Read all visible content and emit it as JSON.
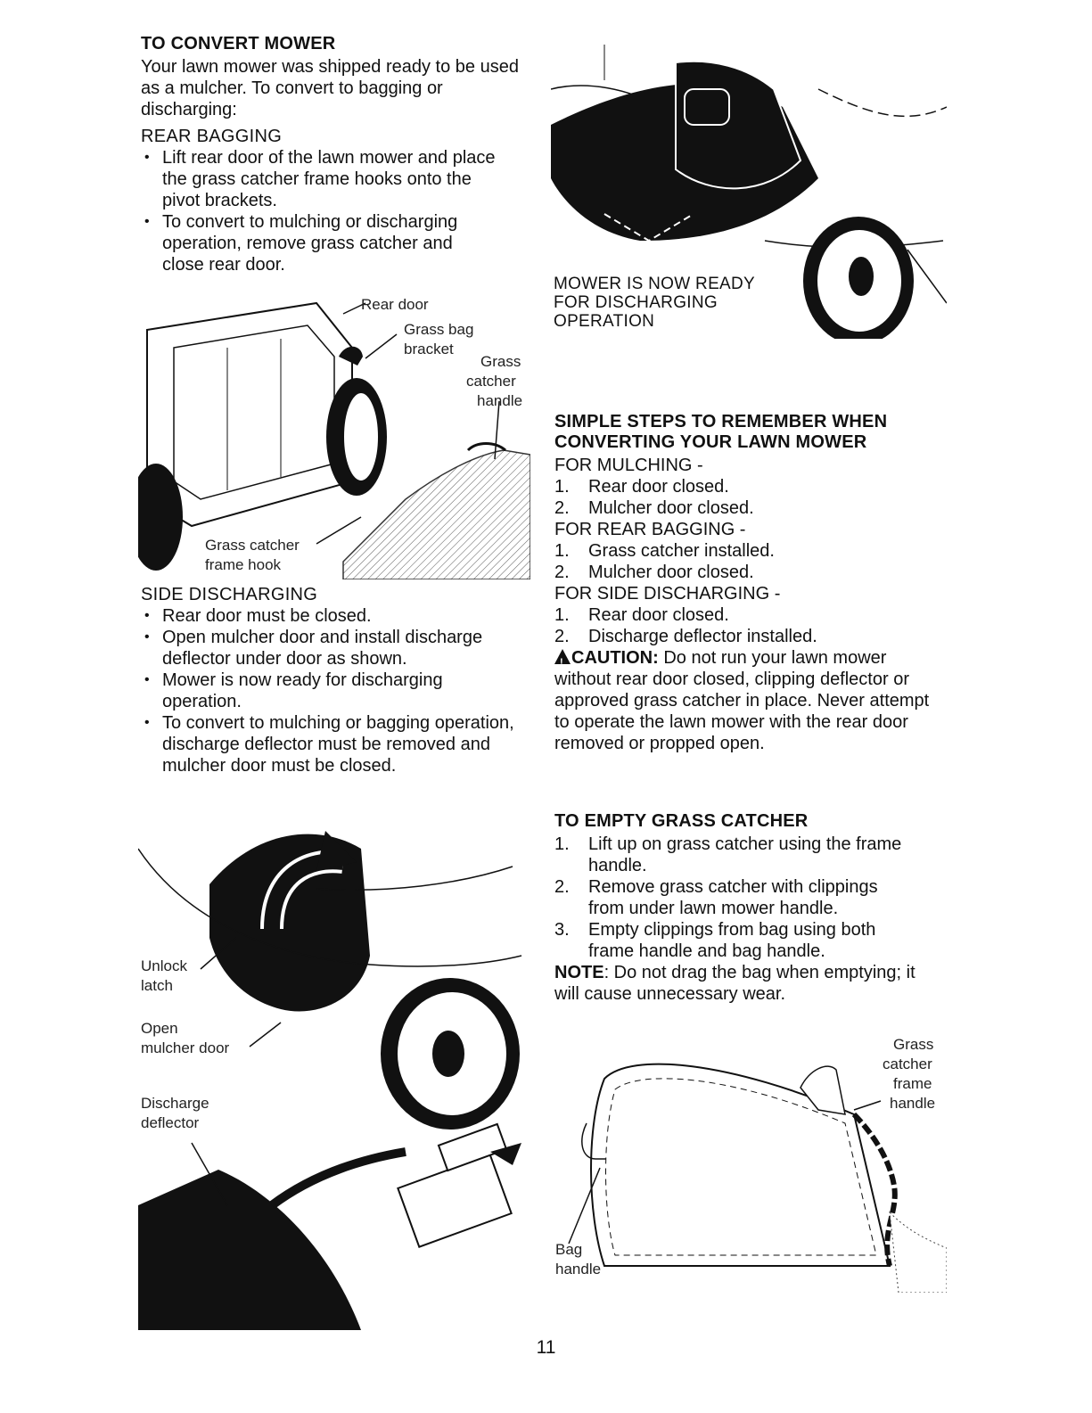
{
  "convert": {
    "title": "TO CONVERT MOWER",
    "intro": "Your lawn mower was shipped ready to be used as a mulcher. To convert to bagging or discharging:",
    "rear_bagging": {
      "heading": "REAR BAGGING",
      "bullets": [
        "Lift rear door of the lawn mower and place the grass catcher frame hooks onto the pivot brackets.",
        "To convert to mulching or discharging operation, remove grass catcher and close rear door."
      ]
    },
    "fig1_labels": {
      "rear_door": "Rear door",
      "grass_bag_bracket_1": "Grass bag",
      "grass_bag_bracket_2": "bracket",
      "grass_catcher_handle_1": "Grass",
      "grass_catcher_handle_2": "catcher",
      "grass_catcher_handle_3": "handle",
      "frame_hook_1": "Grass catcher",
      "frame_hook_2": "frame hook"
    },
    "side_discharging": {
      "heading": "SIDE DISCHARGING",
      "bullets": [
        "Rear door must be closed.",
        "Open mulcher door and install discharge deflector under door as shown.",
        "Mower is now ready for discharging operation.",
        "To convert to mulching or bagging operation, discharge deflector must be removed and mulcher door must be closed."
      ]
    },
    "fig2_labels": {
      "unlock_1": "Unlock",
      "unlock_2": "latch",
      "open_1": "Open",
      "open_2": "mulcher door",
      "deflector_1": "Discharge",
      "deflector_2": "deflector"
    }
  },
  "ready": {
    "line1": "MOWER IS NOW READY",
    "line2": "FOR DISCHARGING",
    "line3": "OPERATION"
  },
  "steps": {
    "title_1": "SIMPLE STEPS TO REMEMBER WHEN",
    "title_2": "CONVERTING YOUR LAWN MOWER",
    "mulching": {
      "heading": "FOR MULCHING -",
      "items": [
        "Rear door closed.",
        "Mulcher door closed."
      ]
    },
    "rear_bagging": {
      "heading": "FOR REAR BAGGING -",
      "items": [
        "Grass catcher installed.",
        "Mulcher door closed."
      ]
    },
    "side_discharging": {
      "heading": "FOR SIDE DISCHARGING -",
      "items": [
        "Rear door closed.",
        "Discharge deflector installed."
      ]
    },
    "caution_label": "CAUTION:",
    "caution_text": " Do not run your lawn mower without rear door closed, clipping deflector or approved grass catcher in place. Never attempt to operate the lawn mower with the rear door removed or propped open."
  },
  "empty": {
    "title": "TO EMPTY GRASS CATCHER",
    "items": [
      "Lift up on grass catcher using the frame handle.",
      "Remove grass catcher with clippings from under lawn mower handle.",
      "Empty clippings from bag using both frame handle and bag handle."
    ],
    "note_label": "NOTE",
    "note_text": ":  Do not drag the bag when emptying;  it will cause unnecessary wear.",
    "fig_labels": {
      "frame_1": "Grass",
      "frame_2": "catcher",
      "frame_3": "frame",
      "frame_4": "handle",
      "bag_1": "Bag",
      "bag_2": "handle"
    }
  },
  "page_number": "11"
}
